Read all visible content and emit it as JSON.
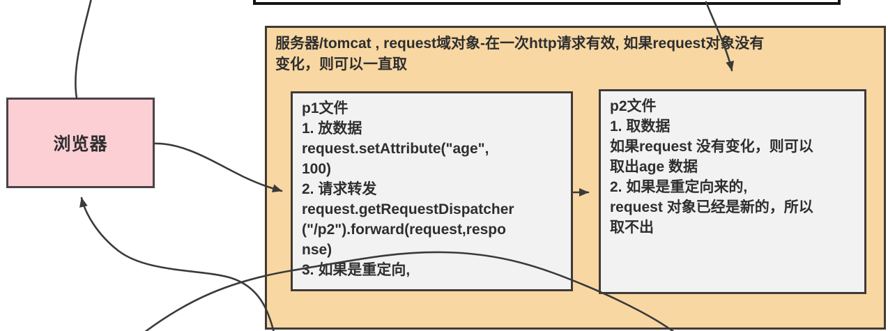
{
  "diagram": {
    "browser": {
      "label": "浏览器"
    },
    "server": {
      "title": "服务器/tomcat , request域对象-在一次http请求有效, 如果request对象没有变化，则可以一直取",
      "title_lines": [
        "服务器/tomcat , request域对象-在一次http请求有效, 如果request对象没有",
        "变化，则可以一直取"
      ]
    },
    "p1": {
      "lines": [
        "p1文件",
        "1. 放数据",
        "request.setAttribute(\"age\",",
        "100)",
        "2. 请求转发",
        "request.getRequestDispatcher",
        "(\"/p2\").forward(request,respo",
        "nse)",
        "3. 如果是重定向,"
      ]
    },
    "p2": {
      "lines": [
        "p2文件",
        "1. 取数据",
        "如果request 没有变化，则可以",
        "取出age 数据",
        "2. 如果是重定向来的,",
        "request 对象已经是新的，所以",
        "取不出"
      ]
    },
    "colors": {
      "browser_fill": "#fccfd5",
      "server_fill": "#f8d7a2",
      "file_box_fill": "#f2f2f3",
      "box_border": "#403a36",
      "top_box_border": "#141414",
      "connector": "#3a3a3a",
      "text": "#2e2e2e"
    }
  }
}
